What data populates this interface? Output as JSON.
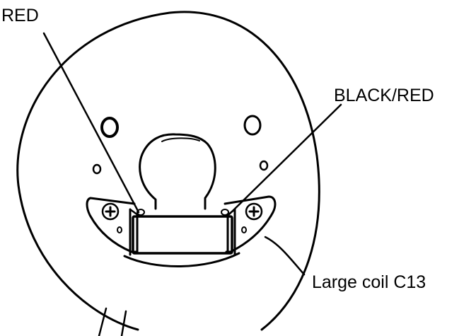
{
  "labels": {
    "red": "RED",
    "black_red": "BLACK/RED",
    "coil": "Large coil C13"
  },
  "colors": {
    "ink": "#000000",
    "background": "#ffffff"
  }
}
